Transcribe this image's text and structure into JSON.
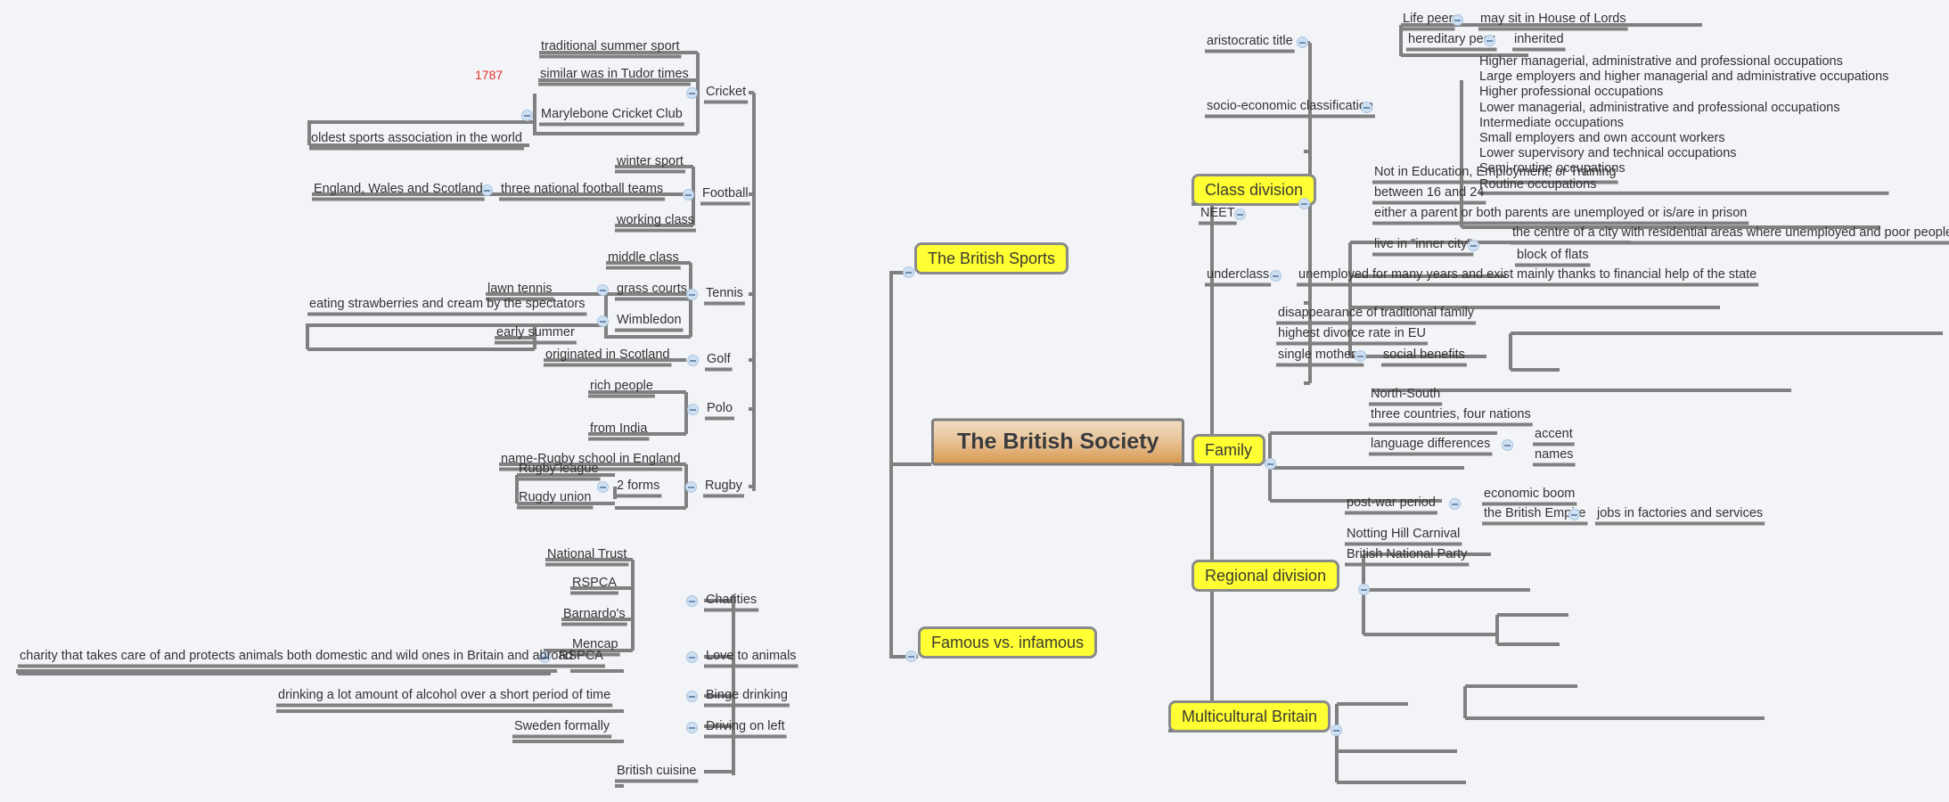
{
  "title": "The British Society",
  "colors": {
    "background": "#f2f4f8",
    "branch_line": "#808080",
    "main_node_fill": "#ffff33",
    "root_fill_top": "#f2dcc2",
    "root_fill_bottom": "#d99a53",
    "node_border": "#8a8a8a",
    "text": "#333333",
    "accent_red": "#e8312a",
    "toggle_fill": "#cfe0f2"
  },
  "root": {
    "label": "The British Society"
  },
  "branches": {
    "british_sports": {
      "label": "The British Sports",
      "children": [
        {
          "label": "Cricket",
          "children": [
            {
              "label": "traditional summer sport"
            },
            {
              "label": "similar was in Tudor times"
            },
            {
              "label": "Marylebone Cricket Club",
              "annotation": "1787",
              "children": [
                {
                  "label": "oldest sports association in the world"
                }
              ]
            }
          ]
        },
        {
          "label": "Football",
          "children": [
            {
              "label": "winter sport"
            },
            {
              "label": "three national football teams",
              "children": [
                {
                  "label": "England, Wales and Scotland"
                }
              ]
            },
            {
              "label": "working class"
            }
          ]
        },
        {
          "label": "Tennis",
          "children": [
            {
              "label": "middle class"
            },
            {
              "label": "grass courts",
              "children": [
                {
                  "label": "lawn tennis"
                }
              ]
            },
            {
              "label": "Wimbledon",
              "children": [
                {
                  "label": "eating strawberries and cream by the spectators"
                },
                {
                  "label": "early summer"
                }
              ]
            }
          ]
        },
        {
          "label": "Golf",
          "children": [
            {
              "label": "originated in Scotland"
            }
          ]
        },
        {
          "label": "Polo",
          "children": [
            {
              "label": "rich people"
            },
            {
              "label": "from India"
            }
          ]
        },
        {
          "label": "Rugby",
          "children": [
            {
              "label": "name-Rugby school in England"
            },
            {
              "label": "2 forms",
              "children": [
                {
                  "label": "Rugby league"
                },
                {
                  "label": "Rugdy union"
                }
              ]
            }
          ]
        }
      ]
    },
    "famous_vs_infamous": {
      "label": "Famous vs. infamous",
      "children": [
        {
          "label": "Charities",
          "children": [
            {
              "label": "National Trust"
            },
            {
              "label": "RSPCA"
            },
            {
              "label": "Barnardo's"
            },
            {
              "label": "Mencap"
            }
          ]
        },
        {
          "label": "Love to animals",
          "children": [
            {
              "label": "RSPCA",
              "children": [
                {
                  "label": "charity that takes care of and protects animals both domestic and wild ones in Britain and abroad"
                }
              ]
            }
          ]
        },
        {
          "label": "Binge drinking",
          "children": [
            {
              "label": "drinking a lot amount of alcohol over a short period of time"
            }
          ]
        },
        {
          "label": "Driving on left",
          "children": [
            {
              "label": "Sweden formally"
            }
          ]
        },
        {
          "label": "British cuisine"
        }
      ]
    },
    "class_division": {
      "label": "Class division",
      "children": [
        {
          "label": "aristocratic title",
          "children": [
            {
              "label": "Life peer",
              "children": [
                {
                  "label": "may sit in House of Lords"
                }
              ]
            },
            {
              "label": "hereditary peer",
              "children": [
                {
                  "label": "inherited"
                }
              ]
            }
          ]
        },
        {
          "label": "socio-economic classification",
          "list": [
            "Higher managerial, administrative and professional occupations",
            "Large employers and higher managerial and administrative occupations",
            "Higher professional occupations",
            "Lower managerial, administrative and professional occupations",
            "Intermediate occupations",
            "Small employers and own account workers",
            "Lower supervisory and technical occupations",
            "Semi-routine occupations",
            "Routine occupations"
          ]
        },
        {
          "label": "NEET",
          "children": [
            {
              "label": "Not in Education, Employment, or Training"
            },
            {
              "label": "between 16 and 24"
            },
            {
              "label": "either a parent or both parents are unemployed or is/are in prison"
            },
            {
              "label": "live in \"inner city\"",
              "children": [
                {
                  "label": "the centre of a city with residential areas where unemployed and poor people live"
                },
                {
                  "label": "block of flats"
                }
              ]
            }
          ]
        },
        {
          "label": "underclass",
          "children": [
            {
              "label": "unemployed for many years and exist mainly thanks to financial help of the state"
            }
          ]
        }
      ]
    },
    "family": {
      "label": "Family",
      "children": [
        {
          "label": "disappearance of traditional family"
        },
        {
          "label": "highest divorce rate in EU"
        },
        {
          "label": "single mothers",
          "children": [
            {
              "label": "social benefits"
            }
          ]
        }
      ]
    },
    "regional_division": {
      "label": "Regional division",
      "children": [
        {
          "label": "North-South"
        },
        {
          "label": "three countries, four nations"
        },
        {
          "label": "language differences",
          "children": [
            {
              "label": "accent"
            },
            {
              "label": "names"
            }
          ]
        }
      ]
    },
    "multicultural_britain": {
      "label": "Multicultural Britain",
      "children": [
        {
          "label": "post-war period",
          "children": [
            {
              "label": "economic boom"
            },
            {
              "label": "the British Empire",
              "children": [
                {
                  "label": "jobs in factories and services"
                }
              ]
            }
          ]
        },
        {
          "label": "Notting Hill Carnival"
        },
        {
          "label": "British National Party"
        }
      ]
    }
  },
  "labels": {
    "cricket": "Cricket",
    "cricket_c1": "traditional summer sport",
    "cricket_c2": "similar was in Tudor times",
    "mcc": "Marylebone Cricket Club",
    "mcc_year": "1787",
    "mcc_c1": "oldest sports association in the world",
    "football": "Football",
    "football_c1": "winter sport",
    "football_c2": "three national football teams",
    "football_c2a": "England, Wales and Scotland",
    "football_c3": "working class",
    "tennis": "Tennis",
    "tennis_c1": "middle class",
    "tennis_c2": "grass courts",
    "tennis_c2a": "lawn tennis",
    "wimbledon": "Wimbledon",
    "wimbledon_c1": "eating strawberries and cream by the spectators",
    "wimbledon_c2": "early summer",
    "golf": "Golf",
    "golf_c1": "originated in Scotland",
    "polo": "Polo",
    "polo_c1": "rich people",
    "polo_c2": "from India",
    "rugby": "Rugby",
    "rugby_c1": "name-Rugby school in England",
    "rugby_forms": "2 forms",
    "rugby_league": "Rugby league",
    "rugby_union": "Rugdy union",
    "sports": "The British Sports",
    "famous": "Famous vs. infamous",
    "charities": "Charities",
    "ch1": "National Trust",
    "ch2": "RSPCA",
    "ch3": "Barnardo's",
    "ch4": "Mencap",
    "love_animals": "Love to animals",
    "rspca2": "RSPCA",
    "rspca_desc": "charity that takes care of and protects animals both domestic and wild ones in Britain and abroad",
    "binge": "Binge drinking",
    "binge_desc": "drinking a lot amount of alcohol over a short period of time",
    "driving": "Driving on left",
    "sweden": "Sweden formally",
    "cuisine": "British cuisine",
    "class_division": "Class division",
    "aristocratic": "aristocratic title",
    "life_peer": "Life peer",
    "lords": "may sit in House of Lords",
    "hereditary": "hereditary peer",
    "inherited": "inherited",
    "socio": "socio-economic classification",
    "socio_list": "Higher managerial, administrative and professional occupations\nLarge employers and higher managerial and administrative occupations\nHigher professional occupations\nLower managerial, administrative and professional occupations\nIntermediate occupations\nSmall employers and own account workers\nLower supervisory and technical occupations\nSemi-routine occupations\nRoutine occupations",
    "neet": "NEET",
    "neet_c1": "Not in Education, Employment, or Training",
    "neet_c2": "between 16 and 24",
    "neet_c3": "either a parent or both parents are unemployed or is/are in prison",
    "inner_city": "live in \"inner city\"",
    "inner_city_c1": "the centre of a city with residential areas where unemployed and poor people live",
    "inner_city_c2": "block of flats",
    "underclass": "underclass",
    "underclass_c1": "unemployed for many years and exist mainly thanks to financial help of the state",
    "family": "Family",
    "family_c1": "disappearance of traditional family",
    "family_c2": "highest divorce rate in EU",
    "single_mothers": "single mothers",
    "social_benefits": "social benefits",
    "regional": "Regional division",
    "reg_c1": "North-South",
    "reg_c2": "three countries, four nations",
    "lang": "language differences",
    "accent": "accent",
    "names": "names",
    "multicultural": "Multicultural Britain",
    "postwar": "post-war period",
    "boom": "economic boom",
    "empire": "the British Empire",
    "jobs": "jobs in factories and services",
    "notting": "Notting Hill Carnival",
    "bnp": "British National Party"
  }
}
